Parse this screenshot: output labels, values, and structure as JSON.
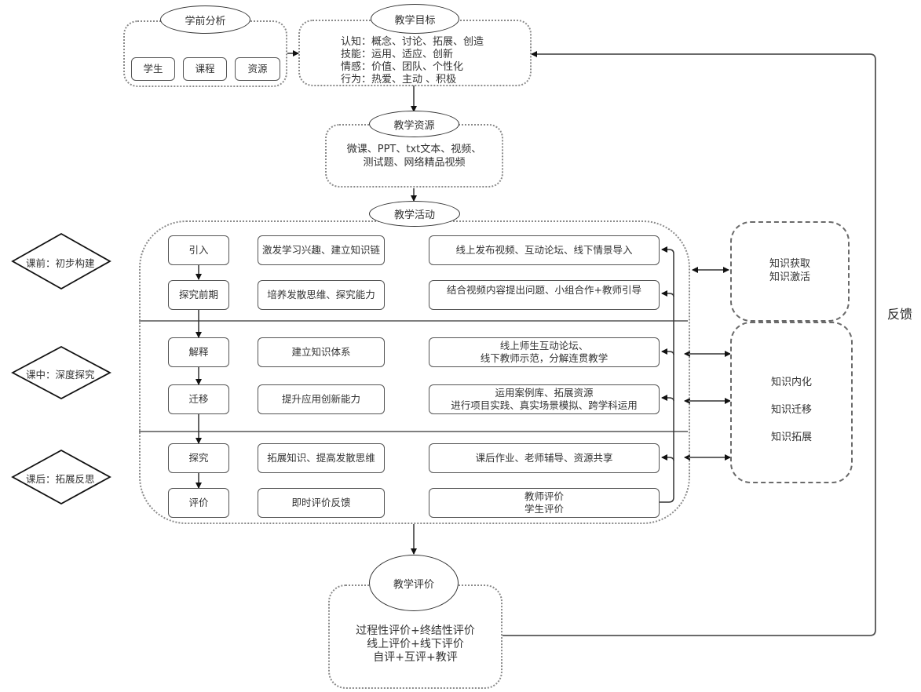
{
  "pre_analysis": {
    "title": "学前分析",
    "items": [
      "学生",
      "课程",
      "资源"
    ]
  },
  "objectives": {
    "title": "教学目标",
    "lines": [
      "认知：概念、讨论、拓展、创造",
      "技能：运用、适应、创新",
      "情感：价值、团队、个性化",
      "行为：热爱、主动 、积极"
    ]
  },
  "resources": {
    "title": "教学资源",
    "lines": [
      "微课、PPT、txt文本、视频、",
      "测试题、网络精品视频"
    ]
  },
  "activities": {
    "title": "教学活动",
    "phases": [
      {
        "label": "课前：初步构建",
        "rows": [
          {
            "step": "引入",
            "goal": "激发学习兴趣、建立知识链",
            "method": [
              "线上发布视频、互动论坛、线下情景导入"
            ]
          },
          {
            "step": "探究前期",
            "goal": "培养发散思维、探究能力",
            "method": [
              "结合视频内容提出问题、小组合作+教师引导"
            ]
          }
        ]
      },
      {
        "label": "课中：深度探究",
        "rows": [
          {
            "step": "解释",
            "goal": "建立知识体系",
            "method": [
              "线上师生互动论坛、",
              "线下教师示范，分解连贯教学"
            ]
          },
          {
            "step": "迁移",
            "goal": "提升应用创新能力",
            "method": [
              "运用案例库、拓展资源",
              "进行项目实践、真实场景模拟、跨学科运用"
            ]
          }
        ]
      },
      {
        "label": "课后：拓展反思",
        "rows": [
          {
            "step": "探究",
            "goal": "拓展知识、提高发散思维",
            "method": [
              "课后作业、老师辅导、资源共享"
            ]
          },
          {
            "step": "评价",
            "goal": "即时评价反馈",
            "method": [
              "教师评价",
              "学生评价"
            ]
          }
        ]
      }
    ]
  },
  "knowledge": {
    "box1": [
      "知识获取",
      "知识激活"
    ],
    "box2": [
      "知识内化",
      "知识迁移",
      "知识拓展"
    ]
  },
  "evaluation": {
    "title": "教学评价",
    "lines": [
      "过程性评价+终结性评价",
      "线上评价+线下评价",
      "自评+互评+教评"
    ]
  },
  "feedback": {
    "label": "反馈"
  }
}
